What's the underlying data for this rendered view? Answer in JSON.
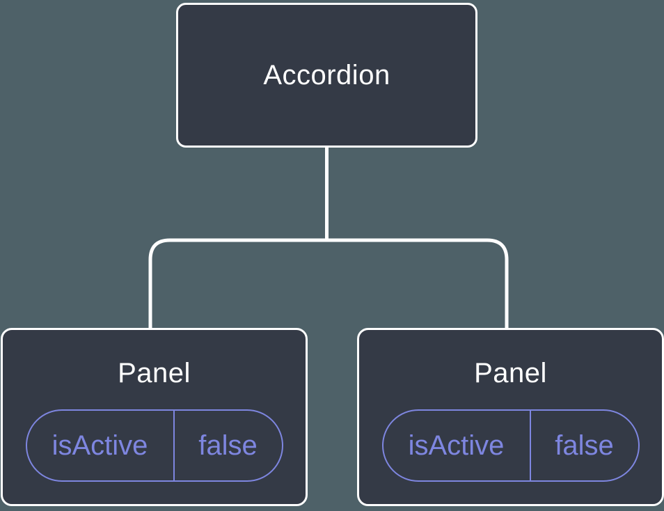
{
  "tree": {
    "root": {
      "label": "Accordion"
    },
    "children": [
      {
        "label": "Panel",
        "state": {
          "key": "isActive",
          "value": "false"
        }
      },
      {
        "label": "Panel",
        "state": {
          "key": "isActive",
          "value": "false"
        }
      }
    ]
  },
  "colors": {
    "background": "#4E6168",
    "node_fill": "#343A46",
    "node_border": "#FFFFFF",
    "connector": "#FFFFFF",
    "state_accent": "#7E86E0",
    "title_text": "#FFFFFF"
  }
}
